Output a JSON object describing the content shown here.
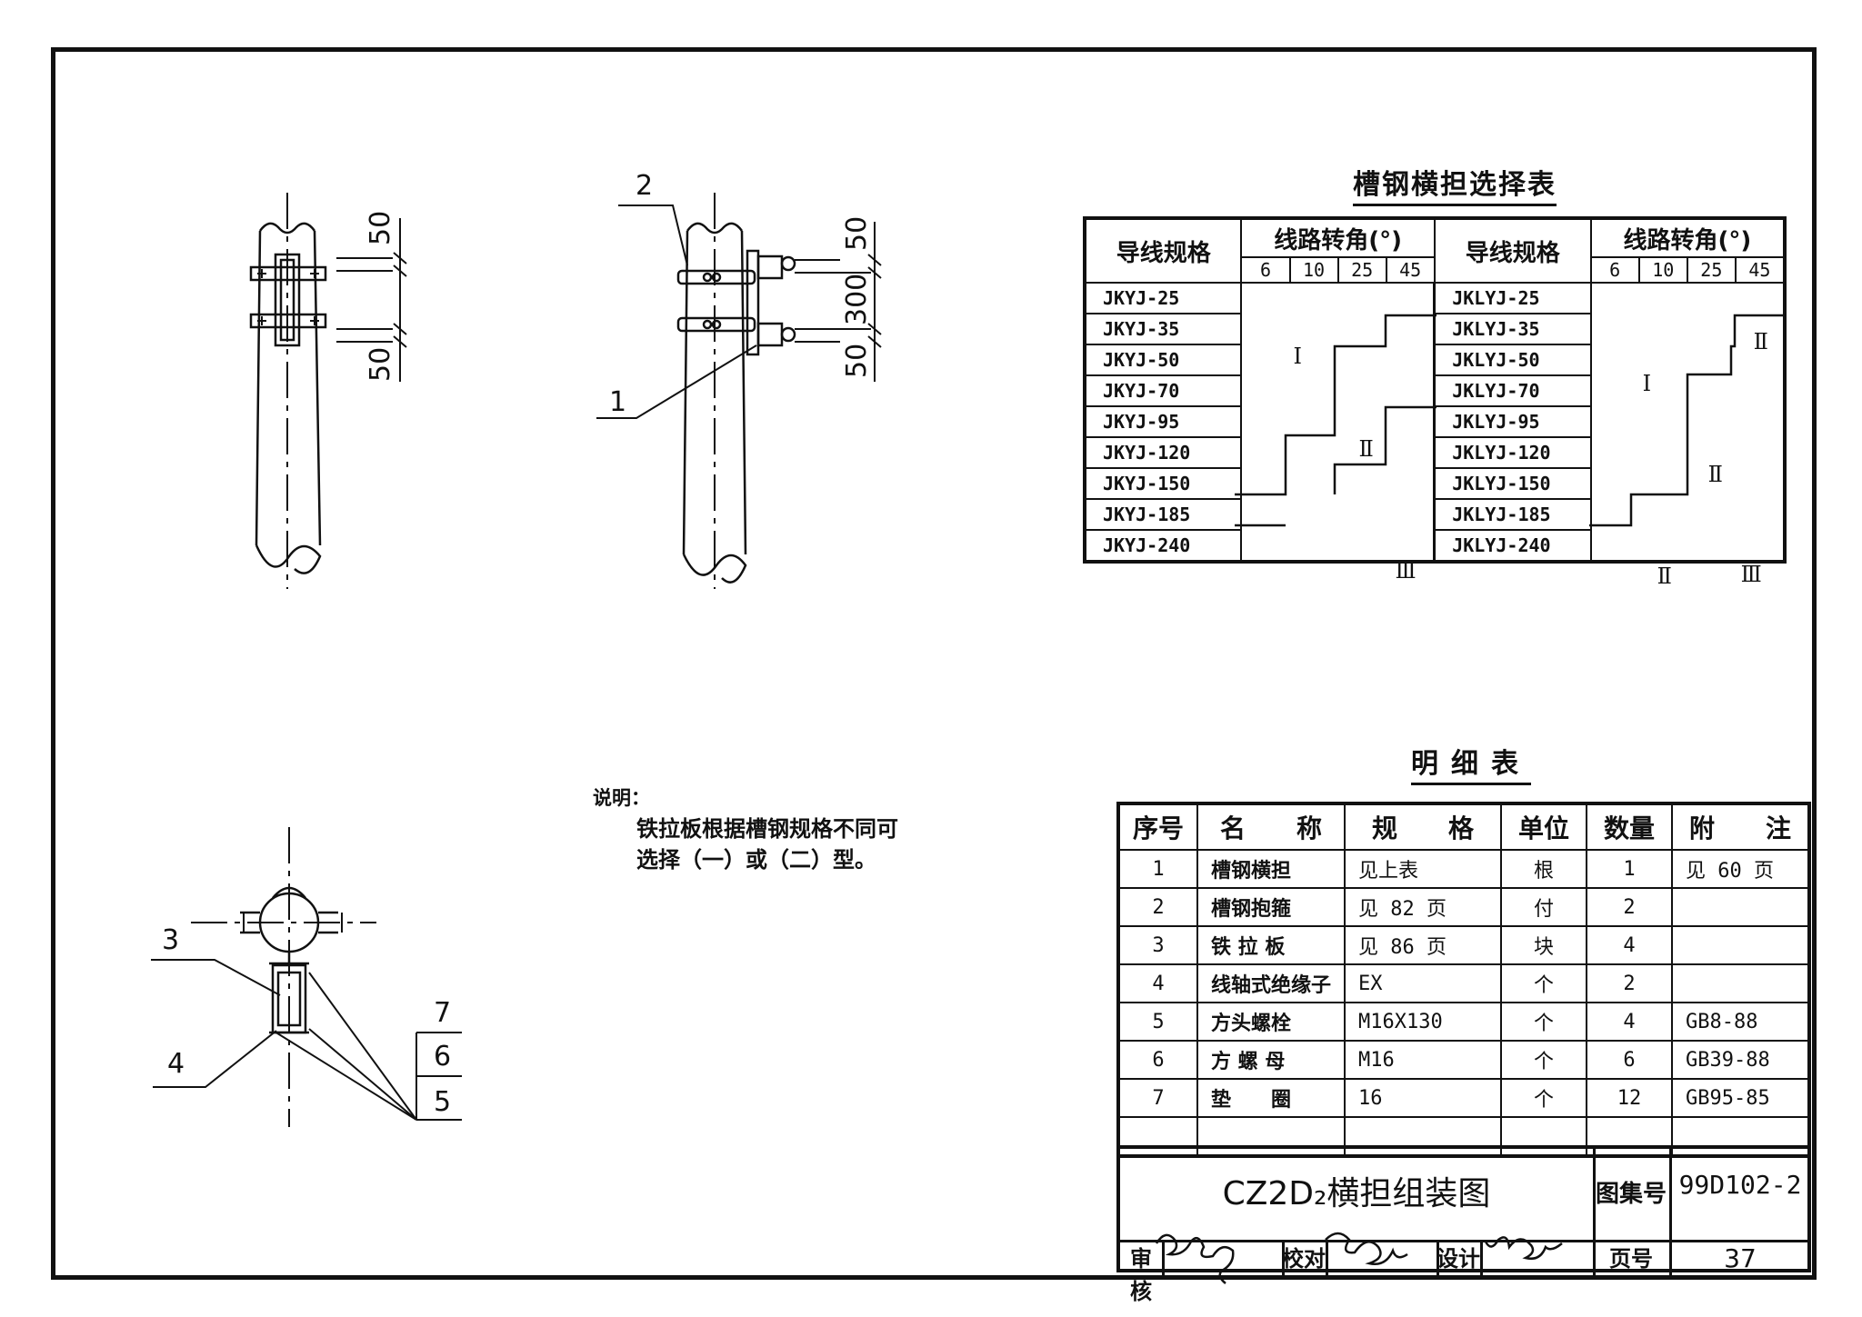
{
  "callouts": [
    "1",
    "2",
    "3",
    "4",
    "5",
    "6",
    "7"
  ],
  "dimensions": {
    "top_gap": "50",
    "middle_gap": "300",
    "bottom_gap": "50"
  },
  "notes": {
    "heading": "说明：",
    "body": "铁拉板根据槽钢规格不同可\n选择（一）或（二）型。"
  },
  "selection_table": {
    "title": "槽钢横担选择表",
    "spec_header": "导线规格",
    "angle_header": "线路转角(°)",
    "angles": [
      "6",
      "10",
      "25",
      "45"
    ],
    "left_specs": [
      "JKYJ-25",
      "JKYJ-35",
      "JKYJ-50",
      "JKYJ-70",
      "JKYJ-95",
      "JKYJ-120",
      "JKYJ-150",
      "JKYJ-185",
      "JKYJ-240"
    ],
    "right_specs": [
      "JKLYJ-25",
      "JKLYJ-35",
      "JKLYJ-50",
      "JKLYJ-70",
      "JKLYJ-95",
      "JKLYJ-120",
      "JKLYJ-150",
      "JKLYJ-185",
      "JKLYJ-240"
    ],
    "zone_labels": {
      "I": "I",
      "II": "Ⅱ",
      "III": "Ⅲ"
    }
  },
  "detail_table": {
    "title": "明细表",
    "headers": [
      "序号",
      "名　　称",
      "规　　格",
      "单位",
      "数量",
      "附　　注"
    ],
    "rows": [
      [
        "1",
        "槽钢横担",
        "见上表",
        "根",
        "1",
        "见 60 页"
      ],
      [
        "2",
        "槽钢抱箍",
        "见 82 页",
        "付",
        "2",
        ""
      ],
      [
        "3",
        "铁 拉 板",
        "见 86 页",
        "块",
        "4",
        ""
      ],
      [
        "4",
        "线轴式绝缘子",
        "EX",
        "个",
        "2",
        ""
      ],
      [
        "5",
        "方头螺栓",
        "M16X130",
        "个",
        "4",
        "GB8-88"
      ],
      [
        "6",
        "方 螺 母",
        "M16",
        "个",
        "6",
        "GB39-88"
      ],
      [
        "7",
        "垫　　圈",
        "16",
        "个",
        "12",
        "GB95-85"
      ]
    ]
  },
  "title_block": {
    "drawing_title": "CZ2D₂横担组装图",
    "set_label": "图集号",
    "set_number": "99D102-2",
    "review_label": "审核",
    "check_label": "校对",
    "design_label": "设计",
    "page_label": "页号",
    "page_number": "37"
  }
}
